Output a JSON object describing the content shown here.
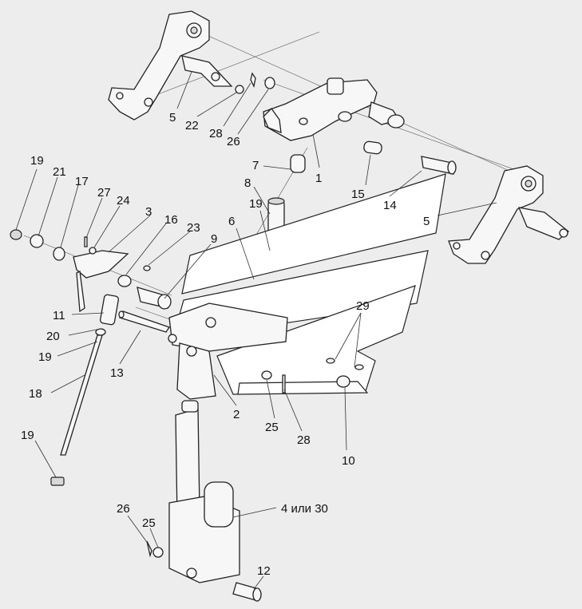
{
  "diagram": {
    "callouts": [
      {
        "id": "c-5a",
        "text": "5"
      },
      {
        "id": "c-22",
        "text": "22"
      },
      {
        "id": "c-28a",
        "text": "28"
      },
      {
        "id": "c-26a",
        "text": "26"
      },
      {
        "id": "c-1",
        "text": "1"
      },
      {
        "id": "c-7",
        "text": "7"
      },
      {
        "id": "c-8",
        "text": "8"
      },
      {
        "id": "c-15",
        "text": "15"
      },
      {
        "id": "c-14",
        "text": "14"
      },
      {
        "id": "c-5b",
        "text": "5"
      },
      {
        "id": "c-19a",
        "text": "19"
      },
      {
        "id": "c-21",
        "text": "21"
      },
      {
        "id": "c-17",
        "text": "17"
      },
      {
        "id": "c-27",
        "text": "27"
      },
      {
        "id": "c-24",
        "text": "24"
      },
      {
        "id": "c-3",
        "text": "3"
      },
      {
        "id": "c-16",
        "text": "16"
      },
      {
        "id": "c-23",
        "text": "23"
      },
      {
        "id": "c-19b",
        "text": "19"
      },
      {
        "id": "c-6",
        "text": "6"
      },
      {
        "id": "c-9",
        "text": "9"
      },
      {
        "id": "c-29",
        "text": "29"
      },
      {
        "id": "c-11",
        "text": "11"
      },
      {
        "id": "c-20",
        "text": "20"
      },
      {
        "id": "c-19c",
        "text": "19"
      },
      {
        "id": "c-13",
        "text": "13"
      },
      {
        "id": "c-18",
        "text": "18"
      },
      {
        "id": "c-2",
        "text": "2"
      },
      {
        "id": "c-25a",
        "text": "25"
      },
      {
        "id": "c-28b",
        "text": "28"
      },
      {
        "id": "c-10",
        "text": "10"
      },
      {
        "id": "c-19d",
        "text": "19"
      },
      {
        "id": "c-4",
        "text": "4 или 30"
      },
      {
        "id": "c-26b",
        "text": "26"
      },
      {
        "id": "c-25b",
        "text": "25"
      },
      {
        "id": "c-12",
        "text": "12"
      }
    ]
  }
}
